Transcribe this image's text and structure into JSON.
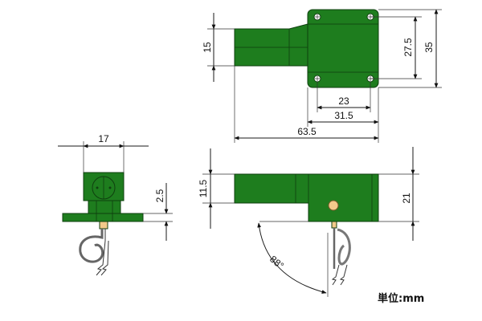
{
  "dimensions": {
    "top_height": "15",
    "top_hole_pitch_vertical": "27.5",
    "top_total_width": "35",
    "top_hole_pitch_horizontal": "23",
    "top_base_length": "31.5",
    "top_total_length": "63.5",
    "front_width": "17",
    "front_flange": "2.5",
    "side_height": "11.5",
    "side_total_height": "21",
    "side_angle": "88°"
  },
  "unit_label": "単位:mm",
  "colors": {
    "body": "#1e7d1e",
    "pivot": "#f2c98a"
  }
}
